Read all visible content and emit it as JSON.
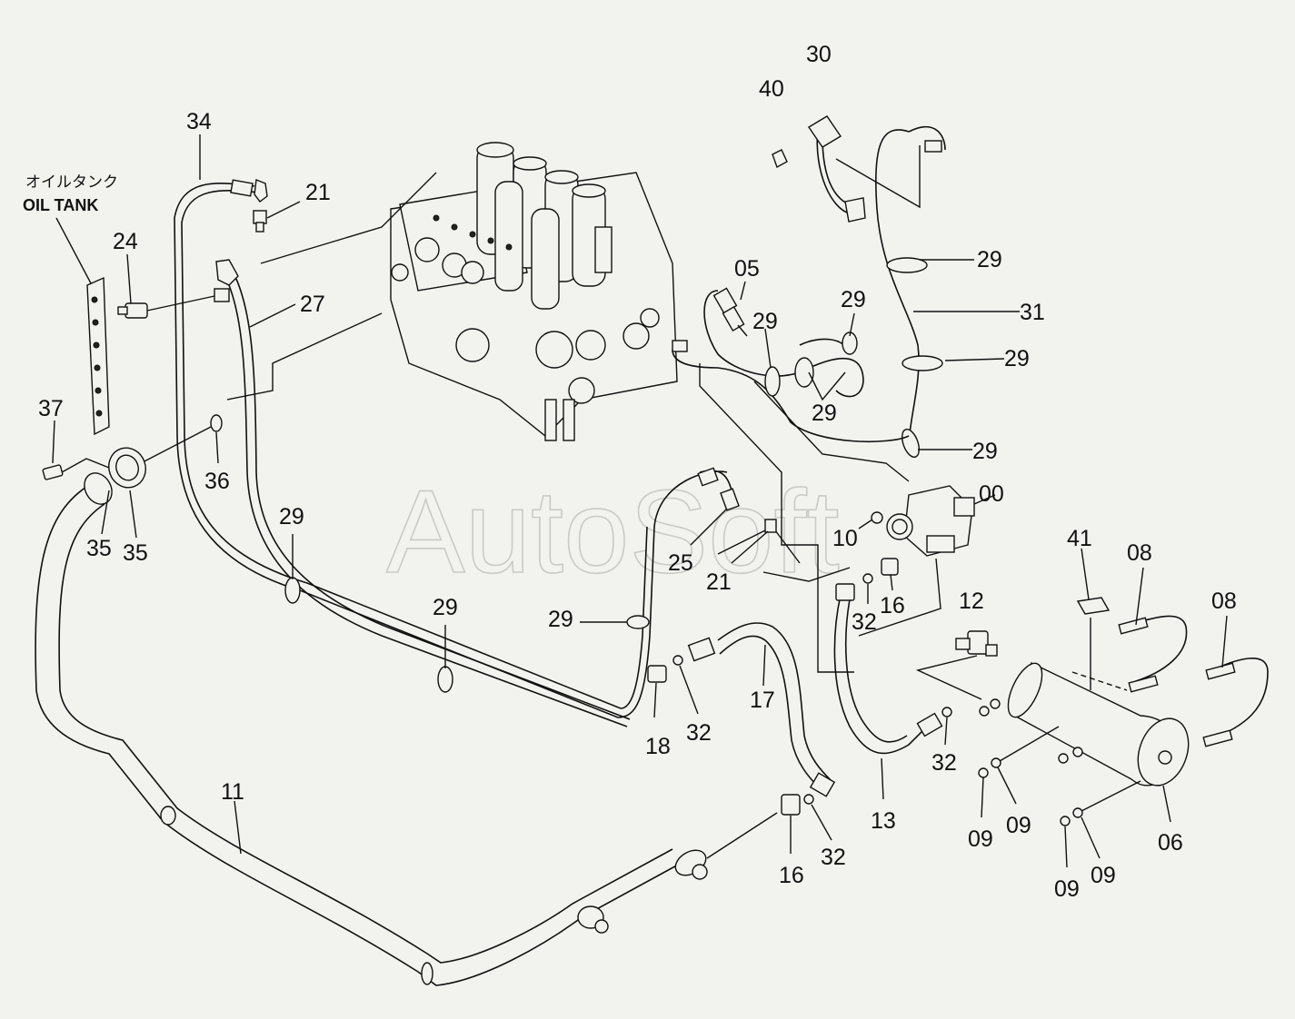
{
  "watermark": "AutoSoft",
  "oil_tank": {
    "japanese": "オイルタンク",
    "english": "OIL TANK"
  },
  "part_numbers": [
    "00",
    "05",
    "06",
    "08",
    "09",
    "10",
    "11",
    "12",
    "13",
    "16",
    "17",
    "18",
    "21",
    "24",
    "25",
    "27",
    "29",
    "30",
    "31",
    "32",
    "34",
    "35",
    "36",
    "37",
    "40",
    "41"
  ],
  "callouts": [
    {
      "id": "c30",
      "text": "30"
    },
    {
      "id": "c40",
      "text": "40"
    },
    {
      "id": "c34",
      "text": "34"
    },
    {
      "id": "c21a",
      "text": "21"
    },
    {
      "id": "c24",
      "text": "24"
    },
    {
      "id": "c27",
      "text": "27"
    },
    {
      "id": "c05",
      "text": "05"
    },
    {
      "id": "c29a",
      "text": "29"
    },
    {
      "id": "c29b",
      "text": "29"
    },
    {
      "id": "c31",
      "text": "31"
    },
    {
      "id": "c29c",
      "text": "29"
    },
    {
      "id": "c29d",
      "text": "29"
    },
    {
      "id": "c29e",
      "text": "29"
    },
    {
      "id": "c29f",
      "text": "29"
    },
    {
      "id": "c37",
      "text": "37"
    },
    {
      "id": "c36",
      "text": "36"
    },
    {
      "id": "c35a",
      "text": "35"
    },
    {
      "id": "c35b",
      "text": "35"
    },
    {
      "id": "c29g",
      "text": "29"
    },
    {
      "id": "c00",
      "text": "00"
    },
    {
      "id": "c10",
      "text": "10"
    },
    {
      "id": "c25",
      "text": "25"
    },
    {
      "id": "c21b",
      "text": "21"
    },
    {
      "id": "c41",
      "text": "41"
    },
    {
      "id": "c08a",
      "text": "08"
    },
    {
      "id": "c08b",
      "text": "08"
    },
    {
      "id": "c32a",
      "text": "32"
    },
    {
      "id": "c16a",
      "text": "16"
    },
    {
      "id": "c12",
      "text": "12"
    },
    {
      "id": "c29h",
      "text": "29"
    },
    {
      "id": "c29i",
      "text": "29"
    },
    {
      "id": "c17",
      "text": "17"
    },
    {
      "id": "c18",
      "text": "18"
    },
    {
      "id": "c32b",
      "text": "32"
    },
    {
      "id": "c32c",
      "text": "32"
    },
    {
      "id": "c13",
      "text": "13"
    },
    {
      "id": "c09a",
      "text": "09"
    },
    {
      "id": "c09b",
      "text": "09"
    },
    {
      "id": "c06",
      "text": "06"
    },
    {
      "id": "c11",
      "text": "11"
    },
    {
      "id": "c16b",
      "text": "16"
    },
    {
      "id": "c32d",
      "text": "32"
    },
    {
      "id": "c09c",
      "text": "09"
    },
    {
      "id": "c09d",
      "text": "09"
    }
  ]
}
